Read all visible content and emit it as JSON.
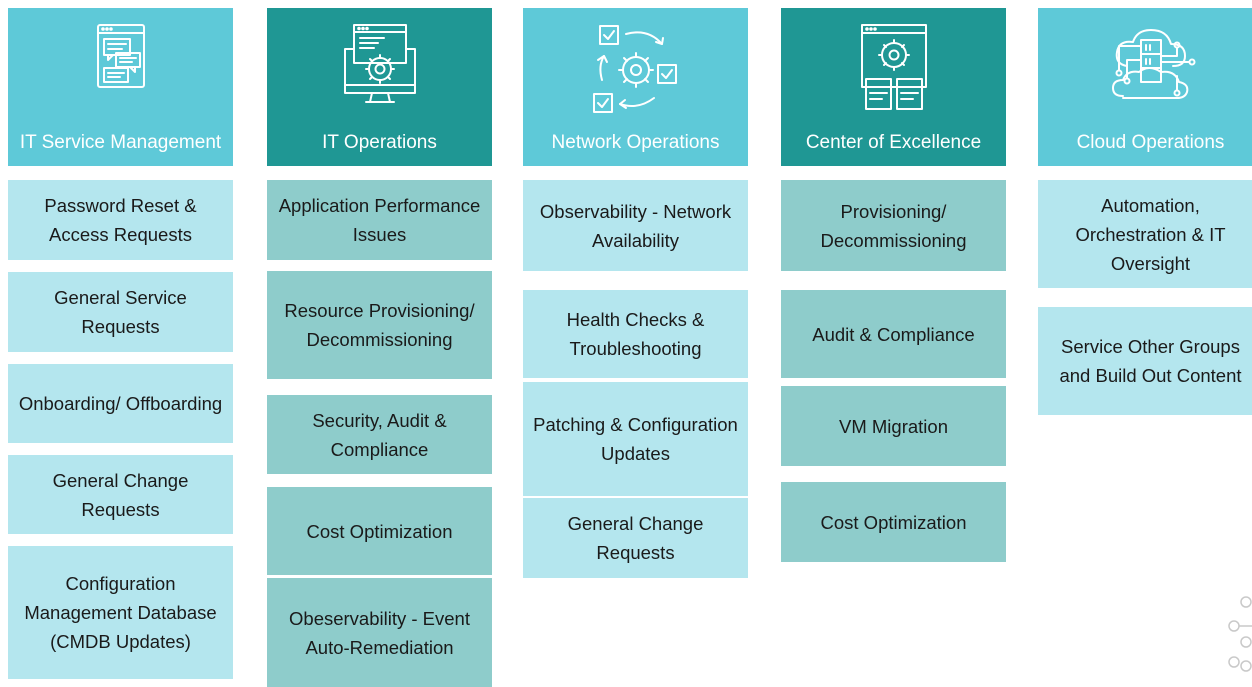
{
  "colors": {
    "header_light": "#5ec9d8",
    "header_dark": "#1f9794",
    "card_light": "#b4e6ee",
    "card_dark": "#8ecccb"
  },
  "columns": [
    {
      "title": "IT Service Management",
      "icon": "chat-window-icon",
      "items": [
        "Password Reset & Access Requests",
        "General Service Requests",
        "Onboarding/ Offboarding",
        "General Change Requests",
        "Configuration Management Database (CMDB Updates)"
      ]
    },
    {
      "title": "IT Operations",
      "icon": "monitor-gear-icon",
      "items": [
        "Application Performance Issues",
        "Resource Provisioning/ Decommissioning",
        "Security, Audit & Compliance",
        "Cost Optimization",
        "Obeservability - Event Auto-Remediation"
      ]
    },
    {
      "title": "Network Operations",
      "icon": "gear-cycle-checklist-icon",
      "items": [
        "Observability - Network Availability",
        "Health Checks & Troubleshooting",
        "Patching & Configuration Updates",
        "General Change Requests"
      ]
    },
    {
      "title": "Center of Excellence",
      "icon": "browser-gear-documents-icon",
      "items": [
        "Provisioning/ Decommissioning",
        "Audit & Compliance",
        "VM Migration",
        "Cost Optimization"
      ]
    },
    {
      "title": "Cloud Operations",
      "icon": "cloud-server-icon",
      "items": [
        "Automation, Orchestration & IT Oversight",
        "Service Other Groups and Build Out Content"
      ]
    }
  ]
}
